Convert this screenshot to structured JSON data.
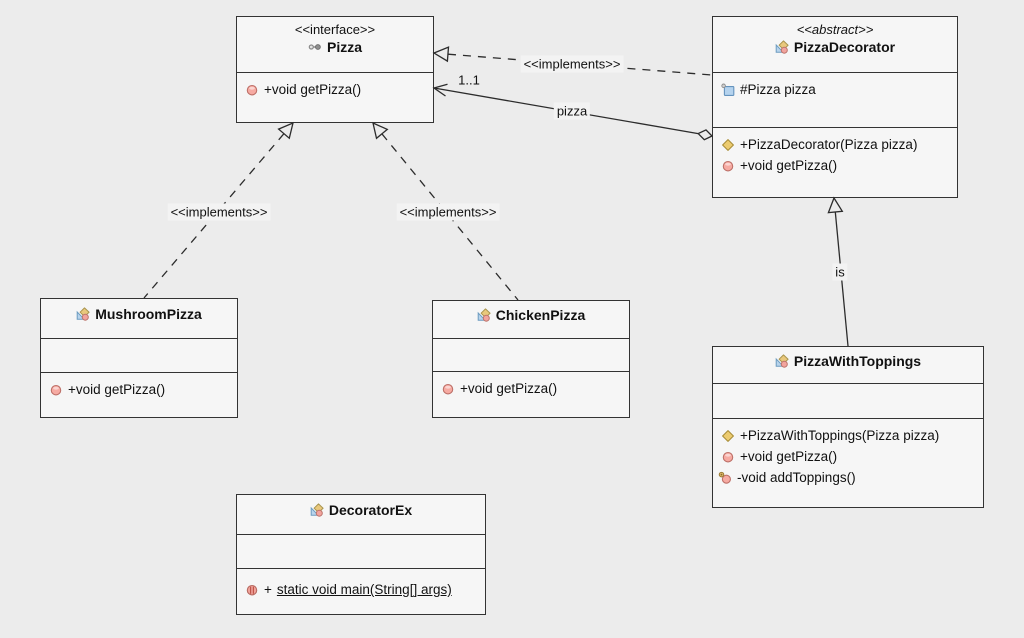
{
  "diagram": {
    "background_color": "#ececec",
    "box_fill_color": "#f6f6f6",
    "border_color": "#333333"
  },
  "classes": {
    "pizza": {
      "stereotype": "<<interface>>",
      "name": "Pizza",
      "kind_icon": "interface-icon",
      "methods": [
        {
          "icon": "public-method-icon",
          "label": "+void getPizza()"
        }
      ]
    },
    "pizzaDecorator": {
      "stereotype": "<<abstract>>",
      "name": "PizzaDecorator",
      "kind_icon": "class-icon",
      "fields": [
        {
          "icon": "protected-field-icon",
          "label": "#Pizza pizza"
        }
      ],
      "methods": [
        {
          "icon": "constructor-icon",
          "label": "+PizzaDecorator(Pizza pizza)"
        },
        {
          "icon": "public-method-icon",
          "label": "+void getPizza()"
        }
      ]
    },
    "mushroomPizza": {
      "name": "MushroomPizza",
      "kind_icon": "class-icon",
      "methods": [
        {
          "icon": "public-method-icon",
          "label": "+void getPizza()"
        }
      ]
    },
    "chickenPizza": {
      "name": "ChickenPizza",
      "kind_icon": "class-icon",
      "methods": [
        {
          "icon": "public-method-icon",
          "label": "+void getPizza()"
        }
      ]
    },
    "pizzaWithToppings": {
      "name": "PizzaWithToppings",
      "kind_icon": "class-icon",
      "methods": [
        {
          "icon": "constructor-icon",
          "label": "+PizzaWithToppings(Pizza pizza)"
        },
        {
          "icon": "public-method-icon",
          "label": "+void getPizza()"
        },
        {
          "icon": "private-method-icon",
          "label": "-void addToppings()"
        }
      ]
    },
    "decoratorEx": {
      "name": "DecoratorEx",
      "kind_icon": "class-icon",
      "methods": [
        {
          "icon": "static-method-icon",
          "prefix": "+",
          "label": "static void main(String[] args)"
        }
      ]
    }
  },
  "edges": {
    "decorator_implements_pizza": {
      "type": "realization",
      "label": "<<implements>>"
    },
    "decorator_aggregates_pizza": {
      "type": "aggregation",
      "multiplicity": "1..1",
      "role": "pizza"
    },
    "mushroom_implements_pizza": {
      "type": "realization",
      "label": "<<implements>>"
    },
    "chicken_implements_pizza": {
      "type": "realization",
      "label": "<<implements>>"
    },
    "toppings_extends_decorator": {
      "type": "generalization",
      "label": "is"
    }
  }
}
